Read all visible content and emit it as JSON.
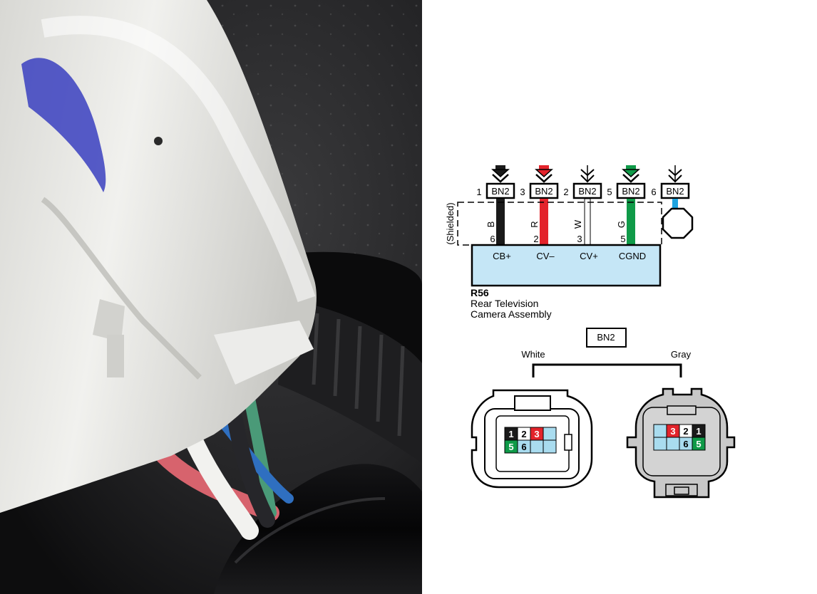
{
  "colors": {
    "black_wire": "#1a1a1a",
    "red_wire": "#e3232b",
    "white_wire": "#ffffff",
    "green_wire": "#0f9a48",
    "blue_wire": "#1ea4e0",
    "component_fill": "#c5e6f6",
    "connector_gray": "#c8c8c8",
    "cavity_blue": "#a9dcef"
  },
  "wiring": {
    "terminals": [
      {
        "pin": "1",
        "connector": "BN2",
        "wire_letter": "B",
        "cam_pin": "6",
        "signal": "CB+",
        "color": "black"
      },
      {
        "pin": "3",
        "connector": "BN2",
        "wire_letter": "R",
        "cam_pin": "2",
        "signal": "CV–",
        "color": "red"
      },
      {
        "pin": "2",
        "connector": "BN2",
        "wire_letter": "W",
        "cam_pin": "3",
        "signal": "CV+",
        "color": "white"
      },
      {
        "pin": "5",
        "connector": "BN2",
        "wire_letter": "G",
        "cam_pin": "5",
        "signal": "CGND",
        "color": "green"
      },
      {
        "pin": "6",
        "connector": "BN2",
        "wire_letter": "",
        "cam_pin": "",
        "signal": "",
        "color": "blue"
      }
    ],
    "shield_label": "(Shielded)",
    "component": {
      "code": "R56",
      "name_line1": "Rear Television",
      "name_line2": "Camera Assembly"
    }
  },
  "connector_views": {
    "title": "BN2",
    "left_label": "White",
    "right_label": "Gray",
    "white_cavities": {
      "top": [
        {
          "num": "1",
          "fill": "black"
        },
        {
          "num": "2",
          "fill": "white"
        },
        {
          "num": "3",
          "fill": "red"
        },
        {
          "num": "",
          "fill": "blue"
        }
      ],
      "bottom": [
        {
          "num": "5",
          "fill": "green"
        },
        {
          "num": "6",
          "fill": "blue"
        },
        {
          "num": "",
          "fill": "blue"
        },
        {
          "num": "",
          "fill": "blue"
        }
      ]
    },
    "gray_cavities": {
      "top": [
        {
          "num": "",
          "fill": "blue"
        },
        {
          "num": "3",
          "fill": "red"
        },
        {
          "num": "2",
          "fill": "white"
        },
        {
          "num": "1",
          "fill": "black"
        }
      ],
      "bottom": [
        {
          "num": "",
          "fill": "blue"
        },
        {
          "num": "",
          "fill": "blue"
        },
        {
          "num": "6",
          "fill": "blue"
        },
        {
          "num": "5",
          "fill": "green"
        }
      ]
    }
  }
}
